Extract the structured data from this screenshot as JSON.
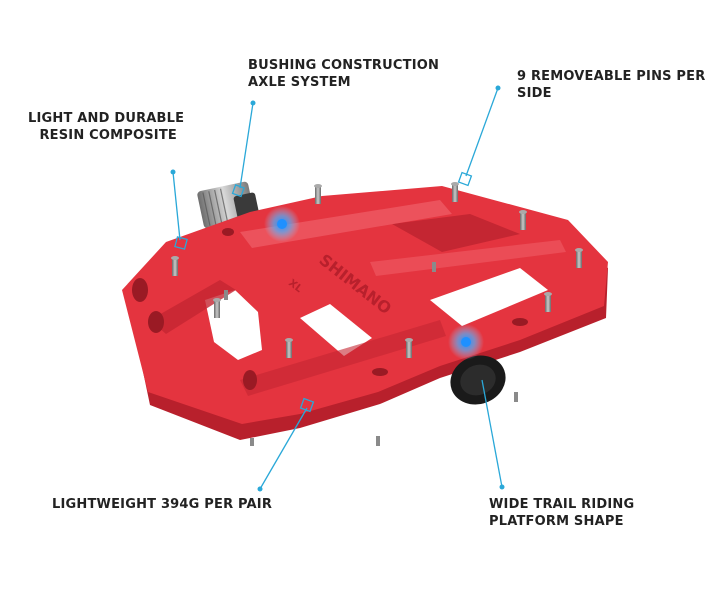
{
  "callouts": {
    "bushing": {
      "line1": "BUSHING CONSTRUCTION",
      "line2": "AXLE SYSTEM"
    },
    "pins": {
      "line1": "9 REMOVEABLE PINS PER",
      "line2": "SIDE"
    },
    "resin": {
      "line1": "LIGHT AND DURABLE",
      "line2": "RESIN COMPOSITE"
    },
    "weight": {
      "line1": "LIGHTWEIGHT 394G PER PAIR"
    },
    "platform": {
      "line1": "WIDE TRAIL RIDING",
      "line2": "PLATFORM SHAPE"
    }
  },
  "pedal": {
    "brand": "SHIMANO",
    "size_mark": "XL"
  },
  "colors": {
    "pedal_body": "#e4343f",
    "pedal_shadow": "#b8202c",
    "pedal_highlight": "#f0606a",
    "callout_line": "#2aa8d8",
    "callout_dot": "#1e90ff",
    "pin": "#8a8a8a"
  }
}
